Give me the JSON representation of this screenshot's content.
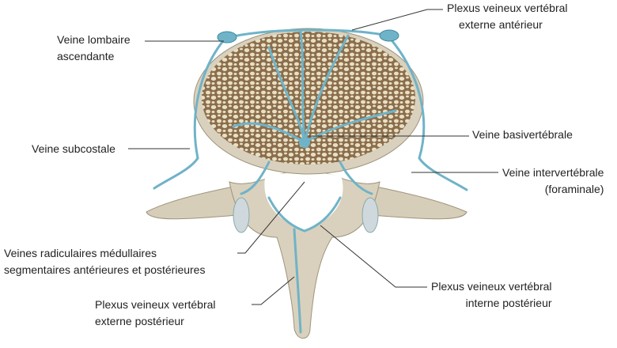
{
  "labels": {
    "plexus_ext_ant": [
      "Plexus veineux vertébral",
      "externe antérieur"
    ],
    "lombaire": [
      "Veine lombaire",
      "ascendante"
    ],
    "subcostale": [
      "Veine subcostale"
    ],
    "basivertebrale": [
      "Veine basivertébrale"
    ],
    "intervertebrale": [
      "Veine intervertébrale",
      "(foraminale)"
    ],
    "radiculaires": [
      "Veines radiculaires médullaires",
      "segmentaires antérieures et postérieures"
    ],
    "plexus_int_post": [
      "Plexus veineux vertébral",
      "interne postérieur"
    ],
    "plexus_ext_post": [
      "Plexus veineux vertébral",
      "externe postérieur"
    ]
  },
  "colors": {
    "bone": "#d9d1bd",
    "bone_dark": "#b8ae96",
    "cancellous": "#e9dcc0",
    "vein": "#6fb3c8",
    "vein_dark": "#3f8aa3",
    "leader": "#333333"
  }
}
